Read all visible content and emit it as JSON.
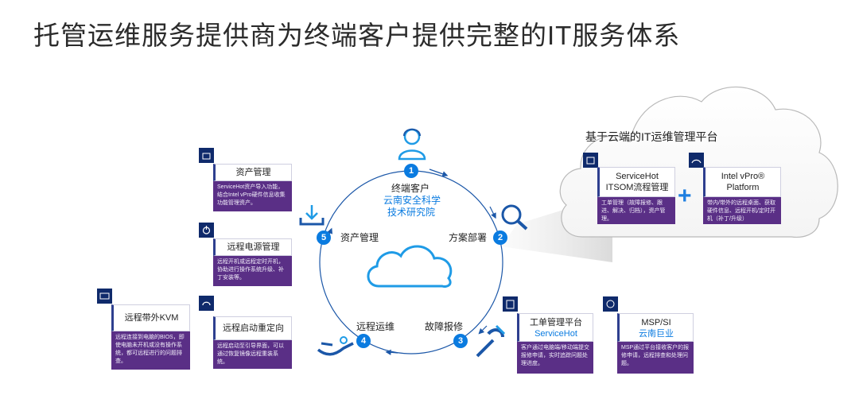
{
  "title": "托管运维服务提供商为终端客户提供完整的IT服务体系",
  "cloud_panel": {
    "title": "基于云端的IT运维管理平台",
    "servicehot": {
      "title_line1": "ServiceHot",
      "title_line2": "ITSOM流程管理",
      "desc": "工单管理（故障报修、跟进、解决、归档），资产管理。"
    },
    "plus": "+",
    "vpro": {
      "title_line1": "Intel vPro®",
      "title_line2": "Platform",
      "desc": "带内/带外的远程桌面、获取硬件信息、远程开机/定时开机（补丁/升级）"
    }
  },
  "cycle": {
    "customer_label": "终端客户",
    "customer_sub1": "云南安全科学",
    "customer_sub2": "技术研究院",
    "steps": [
      {
        "num": "1"
      },
      {
        "num": "2",
        "label": "方案部署"
      },
      {
        "num": "3",
        "label": "故障报修"
      },
      {
        "num": "4",
        "label": "远程运维"
      },
      {
        "num": "5",
        "label": "资产管理"
      }
    ]
  },
  "left_cards": {
    "asset": {
      "title": "资产管理",
      "desc": "ServiceHot资产导入功能，结合Intel vPro硬件信息收集功能管理资产。"
    },
    "power": {
      "title": "远程电源管理",
      "desc": "远程开机或远程定时开机，协助进行操作系统升级、补丁安装等。"
    },
    "kvm": {
      "title": "远程带外KVM",
      "desc": "远程连接到电脑的BIOS，即使电脑未开机或没有操作系统，都可远程进行的问题排查。"
    },
    "reboot": {
      "title": "远程启动重定向",
      "desc": "远程启动至引导界面，可以通过恢复镜像远程重装系统。"
    }
  },
  "bottom_cards": {
    "ticket": {
      "title_line1": "工单管理平台",
      "title_line2": "ServiceHot",
      "desc": "客户通过电脑端/移动端提交报修申请，实时追踪问题处理进度。"
    },
    "msp": {
      "title_line1": "MSP/SI",
      "title_line2": "云南巨业",
      "desc": "MSP通过平台接收客户的报修申请，远程排查和处理问题。"
    }
  },
  "colors": {
    "primary_blue": "#0a7be0",
    "navy": "#0f2a6b",
    "purple": "#5a2f86"
  }
}
